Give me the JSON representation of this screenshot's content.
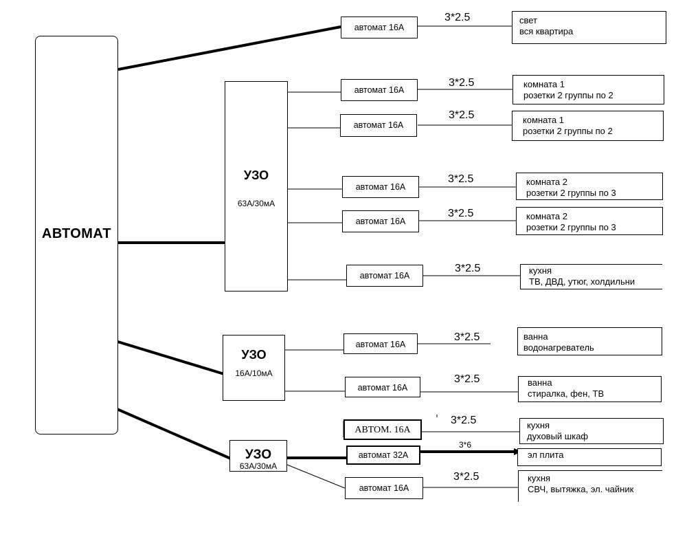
{
  "main_breaker": {
    "label": "АВТОМАТ"
  },
  "rcd_units": [
    {
      "label": "УЗО",
      "rating": "63А/30мА"
    },
    {
      "label": "УЗО",
      "rating": "16А/10мА"
    },
    {
      "label": "УЗО",
      "rating": "63А/30мА"
    }
  ],
  "breakers": [
    {
      "label": "автомат 16А"
    },
    {
      "label": "автомат 16А"
    },
    {
      "label": "автомат 16А"
    },
    {
      "label": "автомат 16А"
    },
    {
      "label": "автомат 16А"
    },
    {
      "label": "автомат 16А"
    },
    {
      "label": "автомат 16А"
    },
    {
      "label": "автомат 16А"
    },
    {
      "label": "АВТОМ. 16А"
    },
    {
      "label": "автомат 32А"
    },
    {
      "label": "автомат 16А"
    }
  ],
  "cables": [
    "3*2.5",
    "3*2.5",
    "3*2.5",
    "3*2.5",
    "3*2.5",
    "3*2.5",
    "3*2.5",
    "3*2.5",
    "3*2.5",
    "3*6",
    "3*2.5"
  ],
  "loads": [
    {
      "line1": "свет",
      "line2": "вся квартира"
    },
    {
      "line1": "комната 1",
      "line2": "розетки 2 группы по 2"
    },
    {
      "line1": "комната 1",
      "line2": "розетки 2 группы по 2"
    },
    {
      "line1": "комната 2",
      "line2": "розетки 2 группы по 3"
    },
    {
      "line1": "комната 2",
      "line2": "розетки 2 группы по 3"
    },
    {
      "line1": "кухня",
      "line2": "ТВ, ДВД, утюг, холдильни"
    },
    {
      "line1": "ванна",
      "line2": "водонагреватель"
    },
    {
      "line1": "ванна",
      "line2": "стиралка, фен, ТВ"
    },
    {
      "line1": "кухня",
      "line2": "духовый шкаф"
    },
    {
      "line1": "эл плита",
      "line2": ""
    },
    {
      "line1": "кухня",
      "line2": "СВЧ, вытяжка, эл. чайник"
    }
  ]
}
